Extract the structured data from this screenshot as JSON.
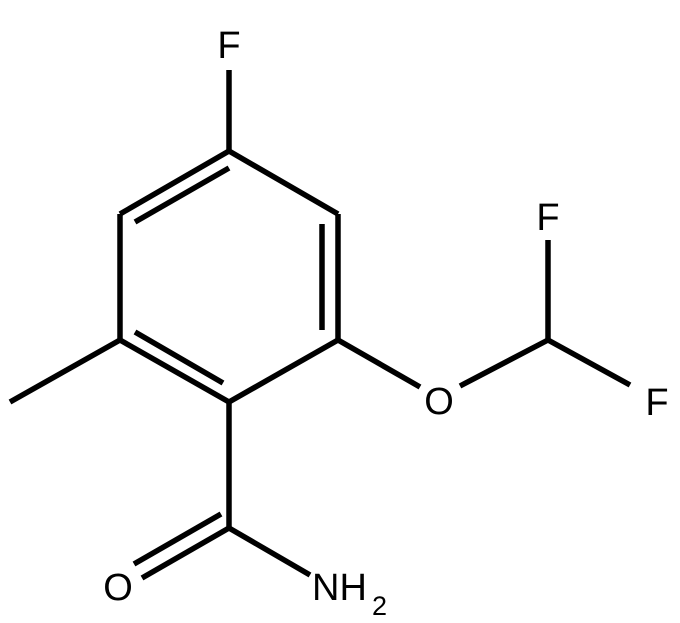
{
  "molecule": {
    "atoms": {
      "f_top": "F",
      "f_right_upper": "F",
      "f_right_lower": "F",
      "o_ether": "O",
      "o_carbonyl": "O",
      "n_amide": "NH",
      "n_amide_subscript": "2"
    }
  }
}
